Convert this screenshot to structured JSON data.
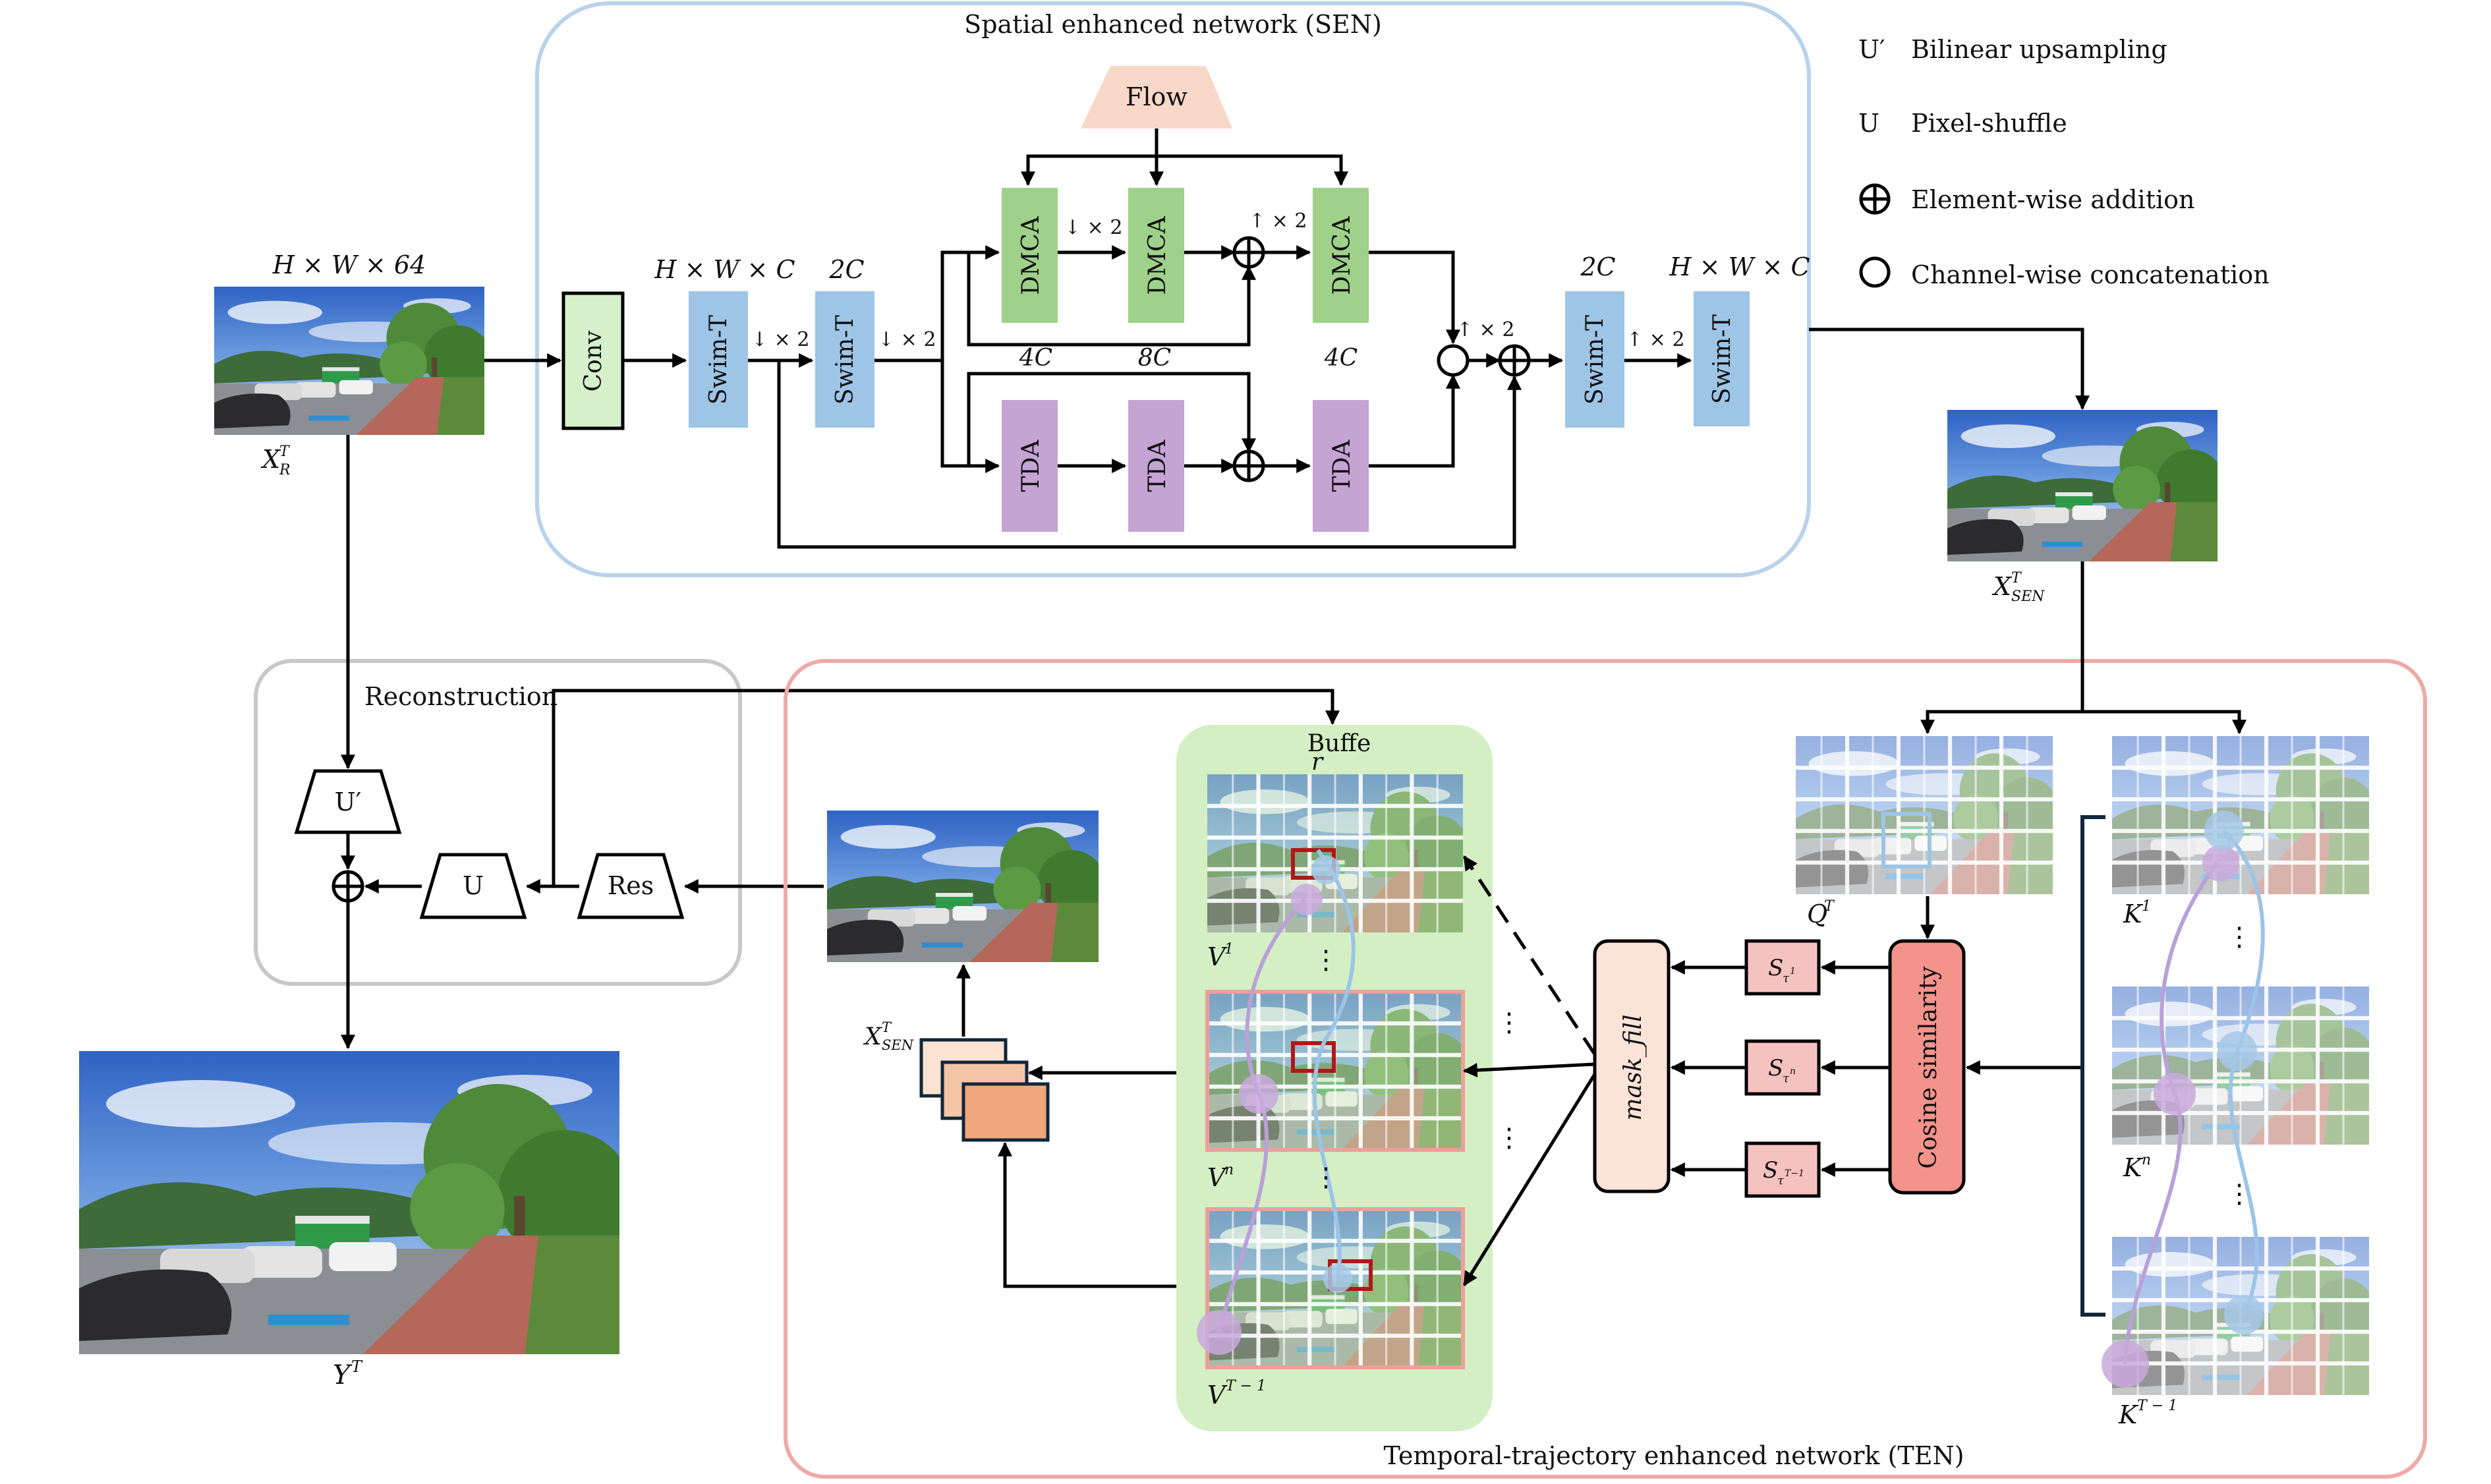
{
  "sen": {
    "title": "Spatial enhanced network (SEN)",
    "flow_label": "Flow",
    "conv_label": "Conv",
    "swin_label": "Swim-T",
    "dmca_label": "DMCA",
    "tda_label": "TDA",
    "dim_input": "H × W × 64",
    "dim_swin1": "H × W × C",
    "dim_2c_left": "2C",
    "dim_2c_right": "2C",
    "dim_output": "H × W × C",
    "dim_4c_a": "4C",
    "dim_8c": "8C",
    "dim_4c_b": "4C",
    "down_x2": "↓ × 2",
    "up_x2": "↑ × 2"
  },
  "legend": {
    "items": [
      {
        "symbol": "U′",
        "text": "Bilinear upsampling"
      },
      {
        "symbol": "U",
        "text": "Pixel-shuffle"
      },
      {
        "symbol": "⊕",
        "text": "Element-wise addition"
      },
      {
        "symbol": "○",
        "text": "Channel-wise concatenation"
      }
    ]
  },
  "recon": {
    "title": "Reconstruction",
    "u_prime": "U′",
    "u": "U",
    "res": "Res"
  },
  "ten": {
    "title": "Temporal-trajectory enhanced network (TEN)",
    "buffer_label_1": "Buffe",
    "buffer_label_2": "r",
    "mask_fill": "mask_fill",
    "cosine": "Cosine similarity"
  },
  "labels": {
    "xr": "X",
    "xr_sup": "T",
    "xr_sub": "R",
    "xsen": "X",
    "xsen_sup": "T",
    "xsen_sub": "SEN",
    "yt": "Y",
    "yt_sup": "T",
    "qt": "Q",
    "qt_sup": "T",
    "v1": "V",
    "v1_sup": "1",
    "vn": "V",
    "vn_sup": "n",
    "vt1": "V",
    "vt1_sup": "T − 1",
    "k1": "K",
    "k1_sup": "1",
    "kn": "K",
    "kn_sup": "n",
    "kt1": "K",
    "kt1_sup": "T − 1",
    "s1": "S",
    "s1_sub": "τ",
    "s1_subsup": "1",
    "sn": "S",
    "sn_sub": "τ",
    "sn_subsup": "n",
    "st": "S",
    "st_sub": "τ",
    "st_subsup": "T−1",
    "vdots": "⋮"
  },
  "colors": {
    "sen_border": "#b8d2ea",
    "recon_border": "#c8c8c8",
    "ten_border": "#eeaaa7",
    "conv_fill": "#d6f0cc",
    "swin_fill": "#9ec4e6",
    "dmca_fill": "#9fd18a",
    "tda_fill": "#c5a3d3",
    "flow_fill": "#f8d8c8",
    "buffer_bg": "#d4efc3",
    "mask_fill": "#fbe3d7",
    "cosine_fill": "#f3938c",
    "s_fill": "#f6c2c0",
    "stack_light": "#fbe2d3",
    "stack_mid": "#f6c4a6",
    "stack_dark": "#f0a87c"
  }
}
